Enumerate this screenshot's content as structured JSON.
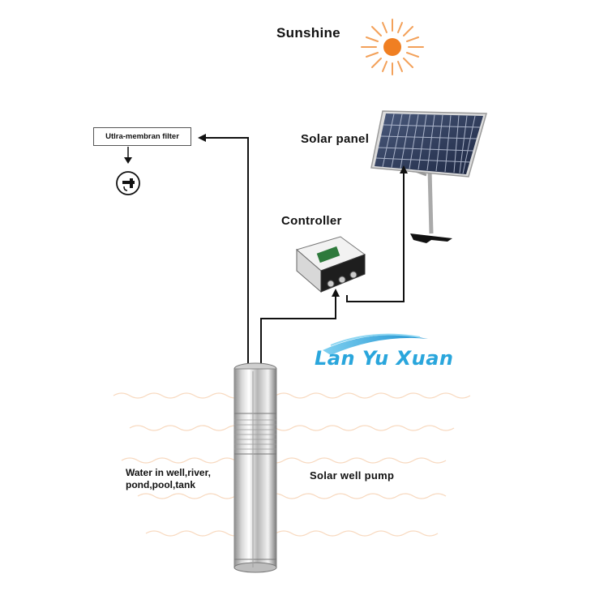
{
  "labels": {
    "sunshine": "Sunshine",
    "solar_panel": "Solar panel",
    "controller": "Controller",
    "filter": "Utlra-membran filter",
    "pump": "Solar well pump",
    "water": "Water in well,river, pond,pool,tank",
    "brand": "Lan Yu Xuan"
  },
  "colors": {
    "sun": "#f07f22",
    "brand": "#2aa6dc",
    "wires": "#111111",
    "water_waves": "#f2b98a"
  },
  "icons": [
    "sun-icon",
    "faucet-icon",
    "solar-panel-icon",
    "controller-box-icon",
    "pump-icon"
  ]
}
